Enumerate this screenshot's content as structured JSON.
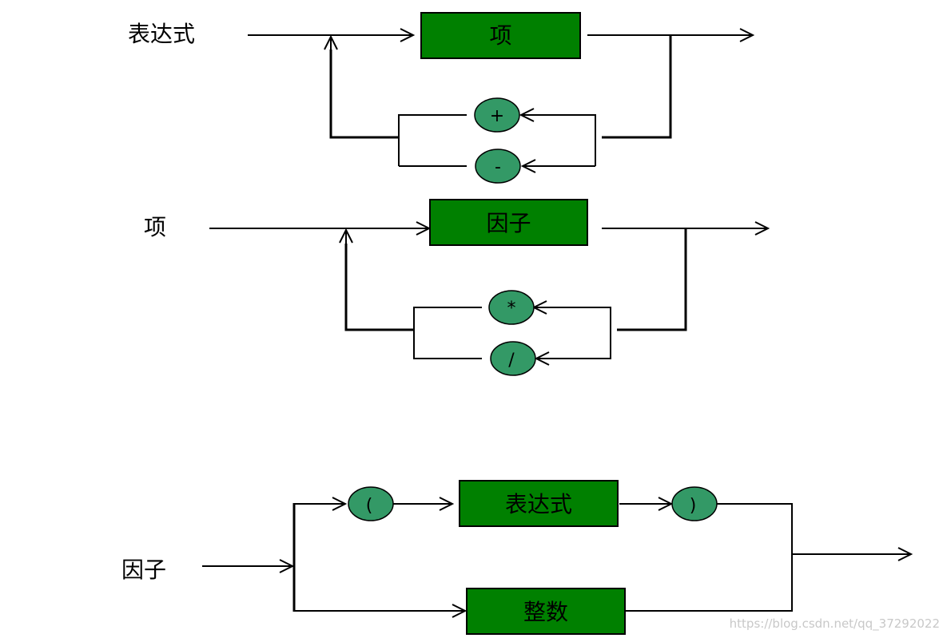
{
  "colors": {
    "box_fill": "#008000",
    "box_stroke": "#000000",
    "op_fill": "#339966",
    "op_stroke": "#000000",
    "line": "#000000",
    "watermark": "#c8c8c8"
  },
  "expression_rule": {
    "label": "表达式",
    "term_box": "项",
    "ops": [
      "+",
      "-"
    ]
  },
  "term_rule": {
    "label": "项",
    "factor_box": "因子",
    "ops": [
      "*",
      "/"
    ]
  },
  "factor_rule": {
    "label": "因子",
    "open_paren": "(",
    "expression_box": "表达式",
    "close_paren": ")",
    "integer_box": "整数"
  },
  "watermark": "https://blog.csdn.net/qq_37292022"
}
